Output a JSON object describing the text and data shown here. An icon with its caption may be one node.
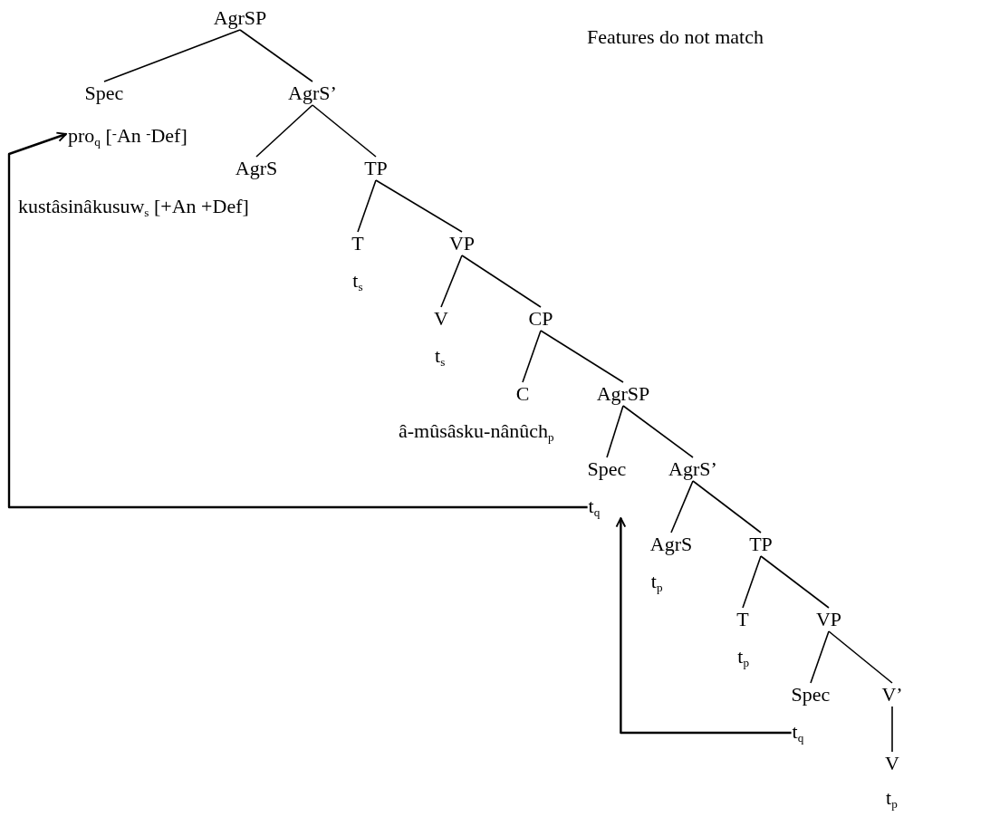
{
  "diagram": {
    "nodes": [
      {
        "text": [
          "AgrSP"
        ]
      },
      {
        "text": [
          "Spec",
          "pro$_{q}$ [$^{-}$An $^{-}$Def]"
        ]
      },
      {
        "text": [
          "AgrS’"
        ]
      },
      {
        "text": [
          "AgrS",
          "kustâsinâkusuw$_{s}$ [+An +Def]"
        ]
      },
      {
        "text": [
          "TP"
        ]
      },
      {
        "text": [
          "T",
          "t$_{s}$"
        ]
      },
      {
        "text": [
          "VP"
        ]
      },
      {
        "text": [
          "V",
          "t$_{s}$"
        ]
      },
      {
        "text": [
          "CP"
        ]
      },
      {
        "text": [
          "C",
          "â-mûsâsku-nânûch$_{p}$"
        ]
      },
      {
        "text": [
          "AgrSP"
        ]
      },
      {
        "text": [
          "Spec",
          "t$_{q}$"
        ]
      },
      {
        "text": [
          "AgrS’"
        ]
      },
      {
        "text": [
          "AgrS",
          "t$_{p}$"
        ]
      },
      {
        "text": [
          "TP"
        ]
      },
      {
        "text": [
          "T",
          "t$_{p}$"
        ]
      },
      {
        "text": [
          "VP"
        ]
      },
      {
        "text": [
          "Spec",
          "t$_{q}$"
        ]
      },
      {
        "text": [
          "V’"
        ]
      },
      {
        "text": [
          "V",
          "t$_{p}$"
        ]
      }
    ],
    "edges": [
      {
        "from": 0,
        "to": 1,
        "arrow": "none"
      },
      {
        "from": 0,
        "to": 2,
        "arrow": "none"
      },
      {
        "from": 2,
        "to": 3,
        "arrow": "none"
      },
      {
        "from": 2,
        "to": 4,
        "arrow": "none"
      },
      {
        "from": 4,
        "to": 5,
        "arrow": "none"
      },
      {
        "from": 4,
        "to": 6,
        "arrow": "none"
      },
      {
        "from": 6,
        "to": 7,
        "arrow": "none"
      },
      {
        "from": 6,
        "to": 8,
        "arrow": "none"
      },
      {
        "from": 8,
        "to": 9,
        "arrow": "none"
      },
      {
        "from": 8,
        "to": 10,
        "arrow": "none"
      },
      {
        "from": 10,
        "to": 11,
        "arrow": "none"
      },
      {
        "from": 10,
        "to": 12,
        "arrow": "none"
      },
      {
        "from": 12,
        "to": 13,
        "arrow": "none"
      },
      {
        "from": 12,
        "to": 14,
        "arrow": "none"
      },
      {
        "from": 14,
        "to": 15,
        "arrow": "none"
      },
      {
        "from": 14,
        "to": 16,
        "arrow": "none"
      },
      {
        "from": 16,
        "to": 17,
        "arrow": "none"
      },
      {
        "from": 16,
        "to": 18,
        "arrow": "none"
      },
      {
        "from": 18,
        "to": 19,
        "arrow": "none"
      },
      {
        "from": 11,
        "to": 1,
        "arrow": "to"
      },
      {
        "from": 17,
        "to": 11,
        "arrow": "to"
      }
    ],
    "labels": [
      "Features do not match"
    ]
  }
}
